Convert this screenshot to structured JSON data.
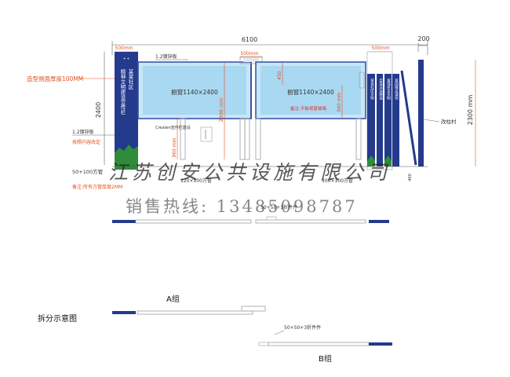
{
  "colors": {
    "navy": "#243a8c",
    "panel_fill": "#a9d8f2",
    "panel_stroke": "#2e4ea0",
    "dim_line": "#555555",
    "orange": "#e8511f",
    "red": "#d9302a",
    "blue_text": "#2a6fd1",
    "green": "#2f8c3a",
    "gray_frame": "#9aa0a6",
    "watermark": "#222222"
  },
  "top": {
    "total_width": "6100",
    "post_width": "200",
    "left_500": "500mm",
    "mid_500": "500mm",
    "right_500": "500mm"
  },
  "left": {
    "depth_note": "造型侧面厚度100MM",
    "height_2400": "2400",
    "steel_label": "1.2镀锌板",
    "side_label": "1.2镀锌板",
    "content_note": "按照内容改定",
    "tube_label": "50+100方管",
    "remark": "备注:所有方管厚度2MM"
  },
  "pillar_text": {
    "col1": "某某社区",
    "col2": "精神文明建设宣传栏"
  },
  "panels": {
    "window_label_a": "橱窗1140×2400",
    "window_label_b": "橱窗1140×2400",
    "height_2300": "2300 mm",
    "dim_450": "450",
    "dim_960": "960 mm",
    "dim_940": "940 mm",
    "note_red": "备注:平板视窗玻璃",
    "logo_label": "Createn宣传栏建设",
    "dim_120": "120×100方管",
    "dim_bottom_mid": "50+50+3折件件",
    "dim_bottom_right": "300×100方管"
  },
  "right": {
    "plates": [
      "某某社区文明",
      "自治法治德治",
      "富强民主文明",
      "爱国敬业诚信"
    ],
    "height_2300": "2300 mm",
    "post_label": "改柱村",
    "dim_400": "400"
  },
  "watermark": {
    "company": "江苏创安公共设施有限公司",
    "phone": "销售热线: 13485098787"
  },
  "exploded": {
    "title": "拆分示意图",
    "group_a": "A组",
    "group_b": "B组",
    "part_label": "50+50+3折件件"
  }
}
